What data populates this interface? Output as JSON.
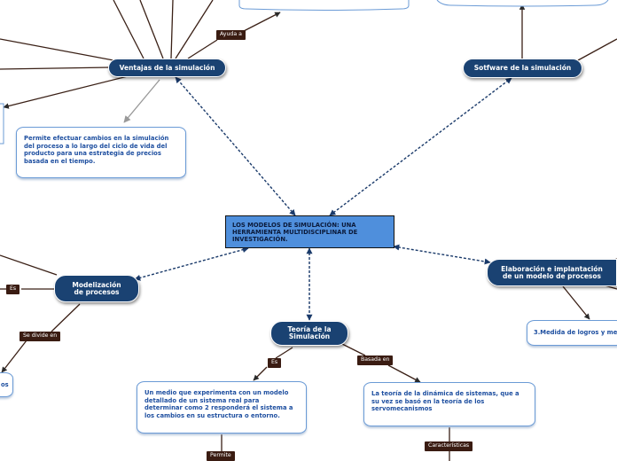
{
  "central": "LOS MODELOS DE SIMULACIÓN: UNA HERRAMIENTA MULTIDISCIPLINAR DE INVESTIGACIÓN.",
  "nodes": {
    "ventajas": "Ventajas de la simulación",
    "software": "Sotfware de la simulación",
    "modelizacion": "Modelización de procesos",
    "teoria": "Teoría de la Simulación",
    "elaboracion": "Elaboración e implantación de un modelo de procesos"
  },
  "notes": {
    "cambios": "Permite efectuar cambios en la simulación del proceso a lo largo del ciclo de vida del producto para una estrategia de precios basada en el tiempo.",
    "medio": "Un medio que experimenta con un modelo detallado de un sistema real para determinar como 2 responderá el sistema a los cambios en su estructura o entorno.",
    "dinamica": "La teoría de la dinámica de sistemas, que a su vez se basó en la teoría de los servomecanismos",
    "medida": "3.Medida de logros y me",
    "partial_left": "os"
  },
  "tags": {
    "ayuda": "Ayuda a",
    "es_left": "Es",
    "divide": "Se divide en",
    "es_mid": "Es",
    "basada": "Basada en",
    "permite": "Permite",
    "caracteristicas": "Características"
  }
}
